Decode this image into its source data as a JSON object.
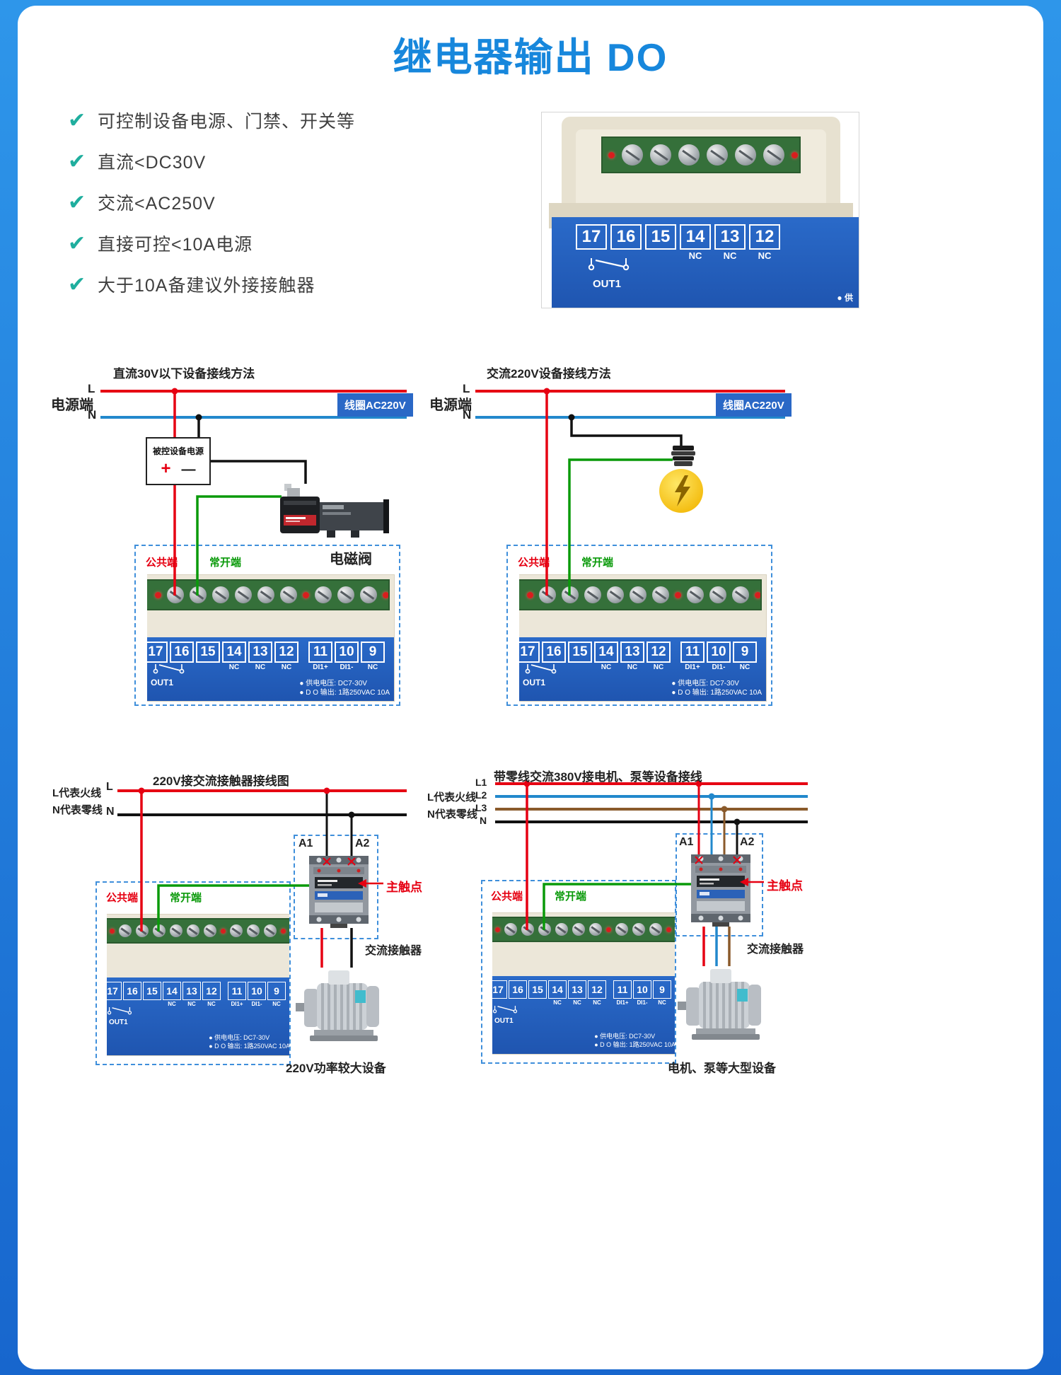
{
  "page": {
    "title": "继电器输出  DO"
  },
  "icons": {
    "check": "✔"
  },
  "features": [
    "可控制设备电源、门禁、开关等",
    "直流<DC30V",
    "交流<AC250V",
    "直接可控<10A电源",
    "大于10A备建议外接接触器"
  ],
  "tblock": {
    "group1": [
      {
        "n": "17",
        "l": ""
      },
      {
        "n": "16",
        "l": ""
      },
      {
        "n": "15",
        "l": ""
      },
      {
        "n": "14",
        "l": "NC"
      },
      {
        "n": "13",
        "l": "NC"
      },
      {
        "n": "12",
        "l": "NC"
      }
    ],
    "group2": [
      {
        "n": "11",
        "l": "DI1+"
      },
      {
        "n": "10",
        "l": "DI1-"
      },
      {
        "n": "9",
        "l": "NC"
      }
    ],
    "out": "OUT1",
    "note1": "● 供电电压: DC7-30V",
    "note2": "● D O 输出: 1路250VAC 10A"
  },
  "product": {
    "cols": [
      {
        "n": "17",
        "l": ""
      },
      {
        "n": "16",
        "l": ""
      },
      {
        "n": "15",
        "l": ""
      },
      {
        "n": "14",
        "l": "NC"
      },
      {
        "n": "13",
        "l": "NC"
      },
      {
        "n": "12",
        "l": "NC"
      }
    ],
    "out": "OUT1",
    "note": "● 供"
  },
  "d1": {
    "title": "直流30V以下设备接线方法",
    "power": "电源端",
    "l": "L",
    "n": "N",
    "badge": "线圈AC220V",
    "box": "被控设备电源",
    "plus": "+",
    "minus": "—",
    "load": "电磁阀",
    "common": "公共端",
    "no": "常开端"
  },
  "d2": {
    "title": "交流220V设备接线方法",
    "power": "电源端",
    "l": "L",
    "n": "N",
    "badge": "线圈AC220V",
    "common": "公共端",
    "no": "常开端"
  },
  "d3": {
    "title": "220V接交流接触器接线图",
    "note_l": "L代表火线",
    "note_n": "N代表零线",
    "l": "L",
    "n": "N",
    "a1": "A1",
    "a2": "A2",
    "main": "主触点",
    "contactor": "交流接触器",
    "load": "220V功率较大设备",
    "common": "公共端",
    "no": "常开端"
  },
  "d4": {
    "title": "带零线交流380V接电机、泵等设备接线",
    "note_l": "L代表火线",
    "note_n": "N代表零线",
    "l1": "L1",
    "l2": "L2",
    "l3": "L3",
    "n": "N",
    "a1": "A1",
    "a2": "A2",
    "main": "主触点",
    "contactor": "交流接触器",
    "load": "电机、泵等大型设备",
    "common": "公共端",
    "no": "常开端"
  },
  "colors": {
    "accent": "#1787dc",
    "check_teal": "#1fae9e",
    "wire_red": "#e60012",
    "wire_green": "#0a9a0a",
    "wire_blue": "#2288cc",
    "wire_brown": "#8a5a2b",
    "panel_blue": "#2a6ac9",
    "badge_blue": "#2a68c6"
  }
}
